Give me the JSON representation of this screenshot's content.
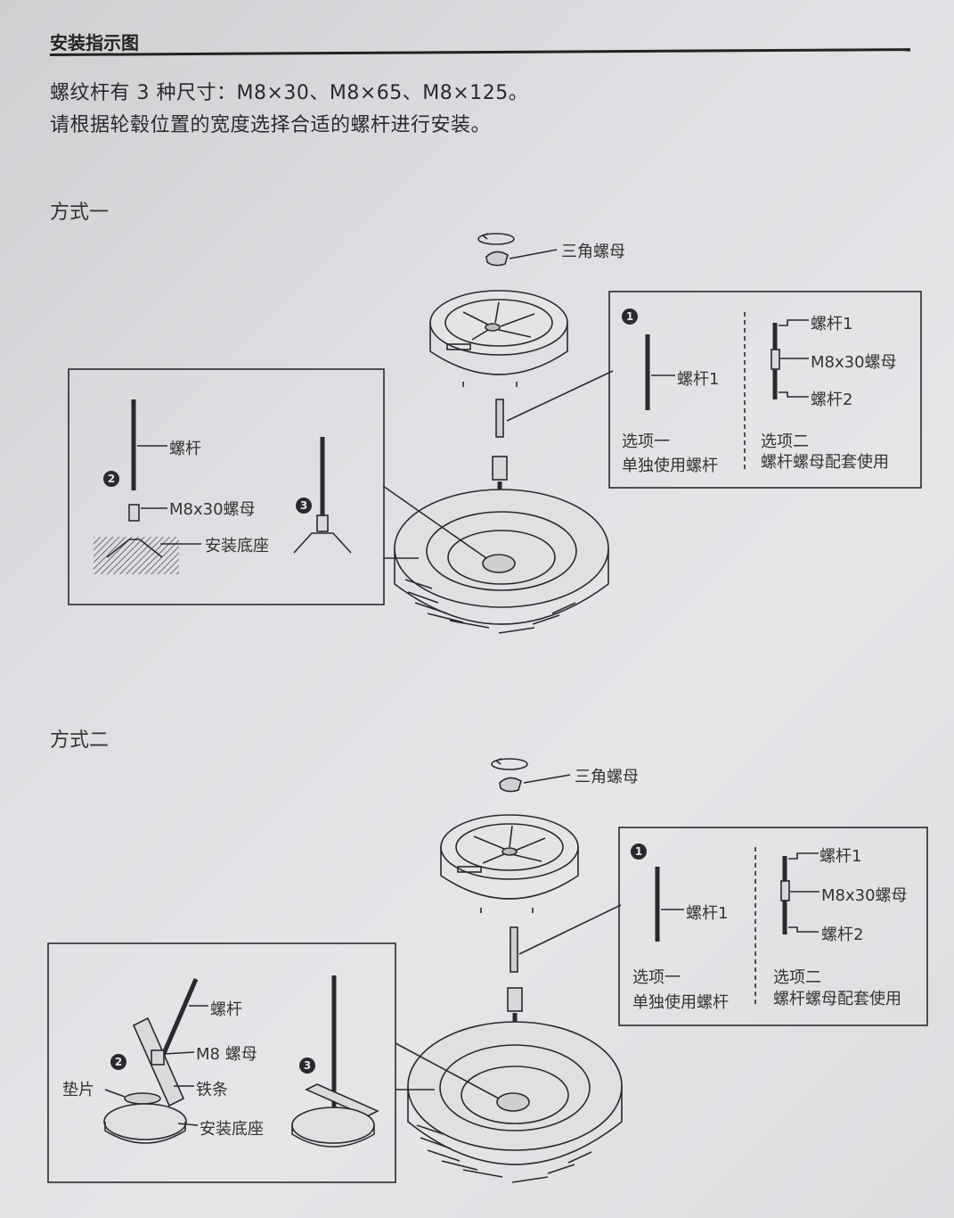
{
  "header": {
    "title": "安装指示图"
  },
  "intro": {
    "line1": "螺纹杆有 3 种尺寸：M8×30、M8×65、M8×125。",
    "line2": "请根据轮毂位置的宽度选择合适的螺杆进行安装。"
  },
  "method1": {
    "title": "方式一",
    "nut_label": "三角螺母",
    "options": {
      "opt1_num": "1",
      "opt1_rod_label": "螺杆1",
      "opt1_title": "选项一",
      "opt1_desc": "单独使用螺杆",
      "opt2_rod1_label": "螺杆1",
      "opt2_nut_label": "M8x30螺母",
      "opt2_rod2_label": "螺杆2",
      "opt2_title": "选项二",
      "opt2_desc": "螺杆螺母配套使用"
    },
    "base": {
      "step2_num": "2",
      "step3_num": "3",
      "rod_label": "螺杆",
      "nut_label": "M8x30螺母",
      "base_label": "安装底座"
    }
  },
  "method2": {
    "title": "方式二",
    "nut_label": "三角螺母",
    "options": {
      "opt1_num": "1",
      "opt1_rod_label": "螺杆1",
      "opt1_title": "选项一",
      "opt1_desc": "单独使用螺杆",
      "opt2_rod1_label": "螺杆1",
      "opt2_nut_label": "M8x30螺母",
      "opt2_rod2_label": "螺杆2",
      "opt2_title": "选项二",
      "opt2_desc": "螺杆螺母配套使用"
    },
    "base": {
      "step2_num": "2",
      "step3_num": "3",
      "rod_label": "螺杆",
      "nut_label": "M8 螺母",
      "pad_label": "垫片",
      "strip_label": "铁条",
      "base_label": "安装底座"
    }
  },
  "colors": {
    "ink": "#2a2a2e",
    "paper": "#e2e2e5",
    "hatch": "#8a8a8e"
  }
}
